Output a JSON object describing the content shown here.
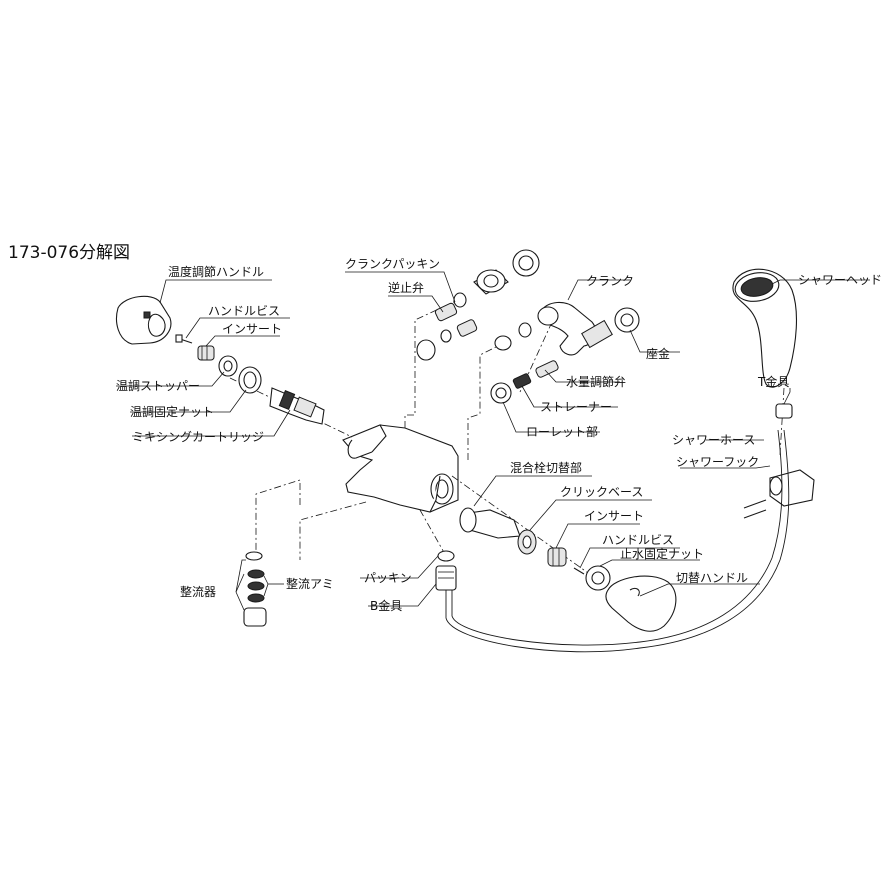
{
  "title": "173-076分解図",
  "labels": {
    "temp_handle": "温度調節ハンドル",
    "handle_screw_1": "ハンドルビス",
    "insert_1": "インサート",
    "temp_stopper": "温調ストッパー",
    "temp_fix_nut": "温調固定ナット",
    "mixing_cartridge": "ミキシングカートリッジ",
    "crank_packing": "クランクパッキン",
    "check_valve": "逆止弁",
    "crank": "クランク",
    "seat": "座金",
    "flow_adjust_valve": "水量調節弁",
    "strainer": "ストレーナー",
    "knurled_part": "ローレット部",
    "shower_head": "シャワーヘッド",
    "t_fitting": "T金具",
    "shower_hose": "シャワーホース",
    "shower_hook": "シャワーフック",
    "switch_part": "混合栓切替部",
    "click_base": "クリックベース",
    "insert_2": "インサート",
    "handle_screw_2": "ハンドルビス",
    "stop_fix_nut": "止水固定ナット",
    "switch_handle": "切替ハンドル",
    "aerator": "整流器",
    "aerator_mesh": "整流アミ",
    "packing": "パッキン",
    "b_fitting": "B金具"
  },
  "colors": {
    "line": "#1a1a1a",
    "text": "#111111",
    "background": "#ffffff"
  }
}
